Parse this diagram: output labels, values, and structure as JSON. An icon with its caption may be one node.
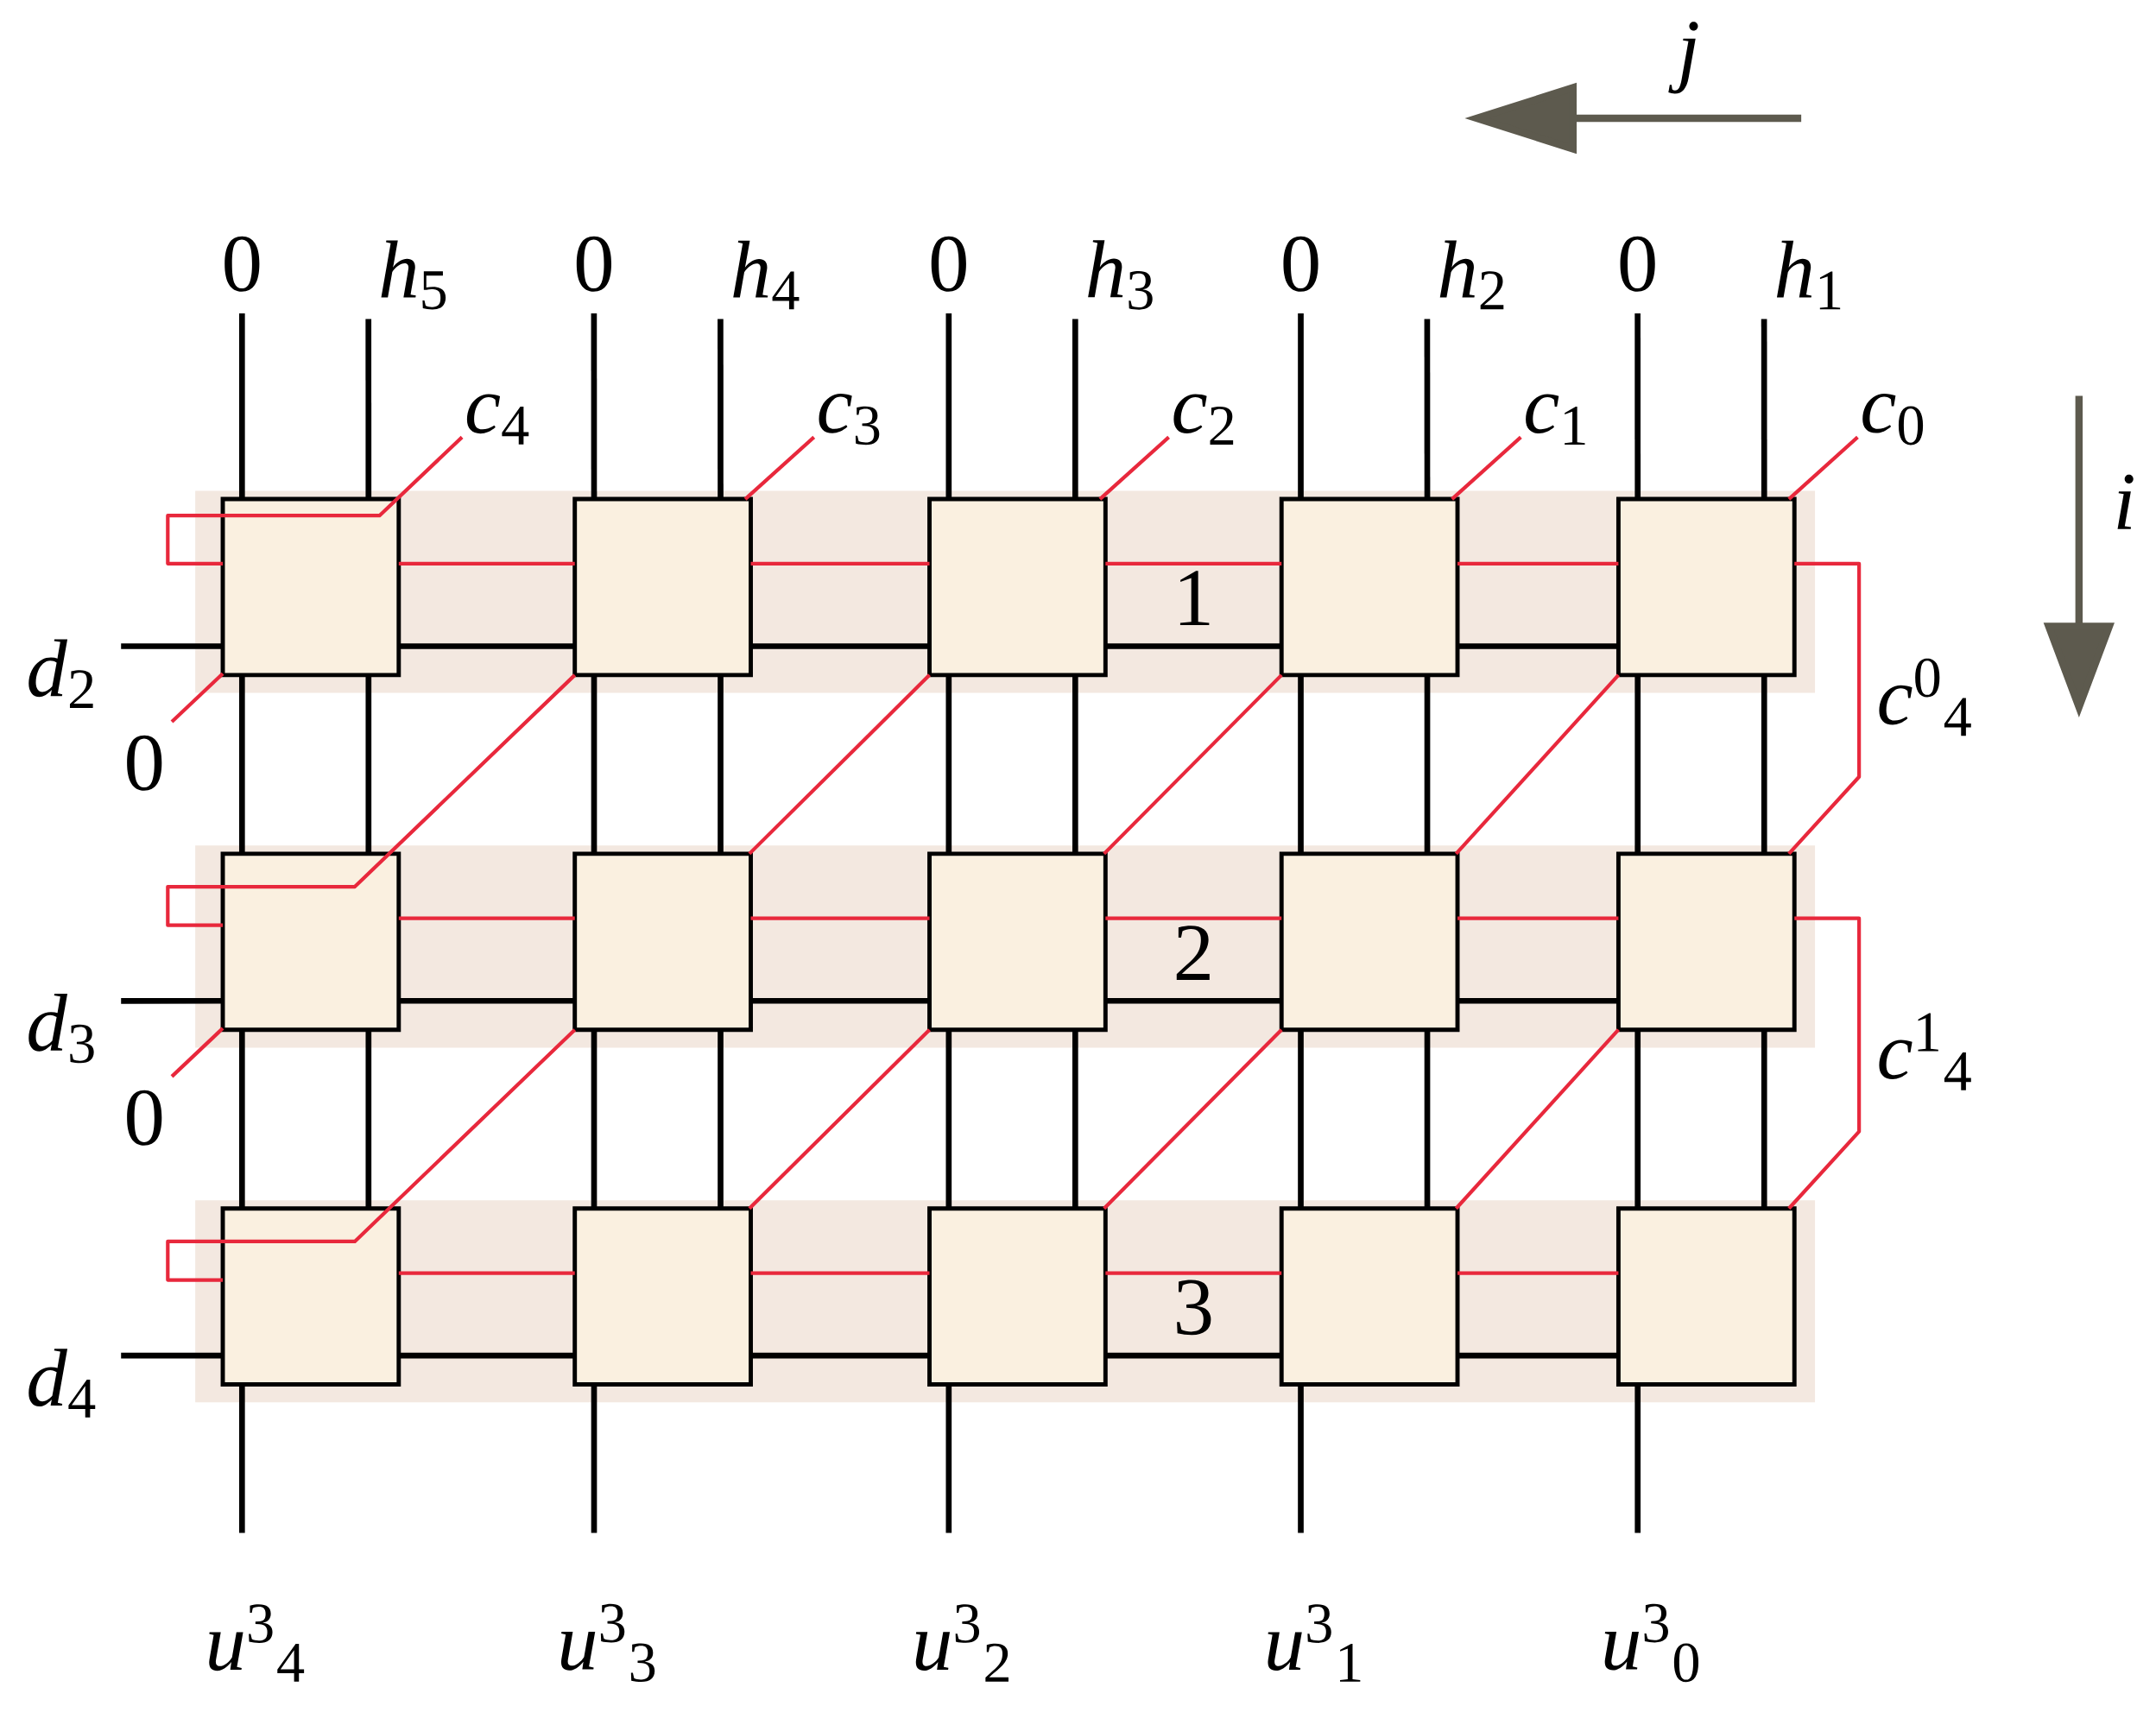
{
  "diagram": {
    "nodes": [
      {
        "text": [
          "1"
        ]
      },
      {
        "text": [],
        "shape": "box",
        "in": 0
      },
      {
        "text": [],
        "shape": "box",
        "in": 0
      },
      {
        "text": [],
        "shape": "box",
        "in": 0
      },
      {
        "text": [],
        "shape": "box",
        "in": 0
      },
      {
        "text": [],
        "shape": "box",
        "in": 0
      },
      {
        "text": [
          "2"
        ]
      },
      {
        "text": [],
        "shape": "box",
        "in": 6
      },
      {
        "text": [],
        "shape": "box",
        "in": 6
      },
      {
        "text": [],
        "shape": "box",
        "in": 6
      },
      {
        "text": [],
        "shape": "box",
        "in": 6
      },
      {
        "text": [],
        "shape": "box",
        "in": 6
      },
      {
        "text": [
          "3"
        ]
      },
      {
        "text": [],
        "shape": "box",
        "in": 12
      },
      {
        "text": [],
        "shape": "box",
        "in": 12
      },
      {
        "text": [],
        "shape": "box",
        "in": 12
      },
      {
        "text": [],
        "shape": "box",
        "in": 12
      },
      {
        "text": [],
        "shape": "box",
        "in": 12
      },
      {
        "text": [
          "0"
        ]
      },
      {
        "text": [
          "*h*$_{5}$"
        ]
      },
      {
        "text": [
          "0"
        ]
      },
      {
        "text": [
          "*h*$_{4}$"
        ]
      },
      {
        "text": [
          "0"
        ]
      },
      {
        "text": [
          "*h*$_{3}$"
        ]
      },
      {
        "text": [
          "0"
        ]
      },
      {
        "text": [
          "*h*$_{2}$"
        ]
      },
      {
        "text": [
          "0"
        ]
      },
      {
        "text": [
          "*h*$_{1}$"
        ]
      },
      {
        "text": [
          "*c*$_{4}$"
        ]
      },
      {
        "text": [
          "*c*$_{3}$"
        ]
      },
      {
        "text": [
          "*c*$_{2}$"
        ]
      },
      {
        "text": [
          "*c*$_{1}$"
        ]
      },
      {
        "text": [
          "*c*$_{0}$"
        ]
      },
      {
        "text": [
          "*d*$_{2}$"
        ]
      },
      {
        "text": [
          "*d*$_{3}$"
        ]
      },
      {
        "text": [
          "*d*$_{4}$"
        ]
      },
      {
        "text": [
          "0"
        ]
      },
      {
        "text": [
          "0"
        ]
      },
      {
        "text": [
          "*u*$^{3}$$_{4}$"
        ]
      },
      {
        "text": [
          "*u*$^{3}$$_{3}$"
        ]
      },
      {
        "text": [
          "*u*$^{3}$$_{2}$"
        ]
      },
      {
        "text": [
          "*u*$^{3}$$_{1}$"
        ]
      },
      {
        "text": [
          "*u*$^{3}$$_{0}$"
        ]
      }
    ],
    "edges": [
      {
        "from": 18,
        "to": 1,
        "arrow": "none"
      },
      {
        "from": 19,
        "to": 1,
        "arrow": "none"
      },
      {
        "from": 28,
        "to": 1,
        "arrow": "none",
        "color": "#e8283c"
      },
      {
        "from": 20,
        "to": 2,
        "arrow": "none"
      },
      {
        "from": 21,
        "to": 2,
        "arrow": "none"
      },
      {
        "from": 29,
        "to": 2,
        "arrow": "none",
        "color": "#e8283c"
      },
      {
        "from": 22,
        "to": 3,
        "arrow": "none"
      },
      {
        "from": 23,
        "to": 3,
        "arrow": "none"
      },
      {
        "from": 30,
        "to": 3,
        "arrow": "none",
        "color": "#e8283c"
      },
      {
        "from": 24,
        "to": 4,
        "arrow": "none"
      },
      {
        "from": 25,
        "to": 4,
        "arrow": "none"
      },
      {
        "from": 31,
        "to": 4,
        "arrow": "none",
        "color": "#e8283c"
      },
      {
        "from": 26,
        "to": 5,
        "arrow": "none"
      },
      {
        "from": 27,
        "to": 5,
        "arrow": "none"
      },
      {
        "from": 32,
        "to": 5,
        "arrow": "none",
        "color": "#e8283c"
      },
      {
        "from": 33,
        "to": 1,
        "arrow": "none"
      },
      {
        "from": 34,
        "to": 7,
        "arrow": "none"
      },
      {
        "from": 35,
        "to": 13,
        "arrow": "none"
      },
      {
        "from": 36,
        "to": 1,
        "arrow": "none",
        "color": "#e8283c"
      },
      {
        "from": 37,
        "to": 7,
        "arrow": "none",
        "color": "#e8283c"
      },
      {
        "from": 1,
        "to": 2,
        "arrow": "none"
      },
      {
        "from": 2,
        "to": 3,
        "arrow": "none"
      },
      {
        "from": 3,
        "to": 4,
        "arrow": "none"
      },
      {
        "from": 4,
        "to": 5,
        "arrow": "none"
      },
      {
        "from": 7,
        "to": 8,
        "arrow": "none"
      },
      {
        "from": 8,
        "to": 9,
        "arrow": "none"
      },
      {
        "from": 9,
        "to": 10,
        "arrow": "none"
      },
      {
        "from": 10,
        "to": 11,
        "arrow": "none"
      },
      {
        "from": 13,
        "to": 14,
        "arrow": "none"
      },
      {
        "from": 14,
        "to": 15,
        "arrow": "none"
      },
      {
        "from": 15,
        "to": 16,
        "arrow": "none"
      },
      {
        "from": 16,
        "to": 17,
        "arrow": "none"
      },
      {
        "from": 1,
        "to": 2,
        "arrow": "none",
        "color": "#e8283c"
      },
      {
        "from": 2,
        "to": 3,
        "arrow": "none",
        "color": "#e8283c"
      },
      {
        "from": 3,
        "to": 4,
        "arrow": "none",
        "color": "#e8283c"
      },
      {
        "from": 4,
        "to": 5,
        "arrow": "none",
        "color": "#e8283c"
      },
      {
        "from": 7,
        "to": 8,
        "arrow": "none",
        "color": "#e8283c"
      },
      {
        "from": 8,
        "to": 9,
        "arrow": "none",
        "color": "#e8283c"
      },
      {
        "from": 9,
        "to": 10,
        "arrow": "none",
        "color": "#e8283c"
      },
      {
        "from": 10,
        "to": 11,
        "arrow": "none",
        "color": "#e8283c"
      },
      {
        "from": 13,
        "to": 14,
        "arrow": "none",
        "color": "#e8283c"
      },
      {
        "from": 14,
        "to": 15,
        "arrow": "none",
        "color": "#e8283c"
      },
      {
        "from": 15,
        "to": 16,
        "arrow": "none",
        "color": "#e8283c"
      },
      {
        "from": 16,
        "to": 17,
        "arrow": "none",
        "color": "#e8283c"
      },
      {
        "from": 1,
        "to": 7,
        "arrow": "none"
      },
      {
        "from": 1,
        "to": 7,
        "arrow": "none"
      },
      {
        "from": 2,
        "to": 8,
        "arrow": "none"
      },
      {
        "from": 2,
        "to": 8,
        "arrow": "none"
      },
      {
        "from": 3,
        "to": 9,
        "arrow": "none"
      },
      {
        "from": 3,
        "to": 9,
        "arrow": "none"
      },
      {
        "from": 4,
        "to": 10,
        "arrow": "none"
      },
      {
        "from": 4,
        "to": 10,
        "arrow": "none"
      },
      {
        "from": 5,
        "to": 11,
        "arrow": "none"
      },
      {
        "from": 5,
        "to": 11,
        "arrow": "none"
      },
      {
        "from": 7,
        "to": 13,
        "arrow": "none"
      },
      {
        "from": 7,
        "to": 13,
        "arrow": "none"
      },
      {
        "from": 8,
        "to": 14,
        "arrow": "none"
      },
      {
        "from": 8,
        "to": 14,
        "arrow": "none"
      },
      {
        "from": 9,
        "to": 15,
        "arrow": "none"
      },
      {
        "from": 9,
        "to": 15,
        "arrow": "none"
      },
      {
        "from": 10,
        "to": 16,
        "arrow": "none"
      },
      {
        "from": 10,
        "to": 16,
        "arrow": "none"
      },
      {
        "from": 11,
        "to": 17,
        "arrow": "none"
      },
      {
        "from": 11,
        "to": 17,
        "arrow": "none"
      },
      {
        "from": 2,
        "to": 7,
        "arrow": "none",
        "color": "#e8283c"
      },
      {
        "from": 3,
        "to": 8,
        "arrow": "none",
        "color": "#e8283c"
      },
      {
        "from": 4,
        "to": 9,
        "arrow": "none",
        "color": "#e8283c"
      },
      {
        "from": 5,
        "to": 10,
        "arrow": "none",
        "color": "#e8283c"
      },
      {
        "from": 8,
        "to": 13,
        "arrow": "none",
        "color": "#e8283c"
      },
      {
        "from": 9,
        "to": 14,
        "arrow": "none",
        "color": "#e8283c"
      },
      {
        "from": 10,
        "to": 15,
        "arrow": "none",
        "color": "#e8283c"
      },
      {
        "from": 11,
        "to": 16,
        "arrow": "none",
        "color": "#e8283c"
      },
      {
        "from": 5,
        "to": 11,
        "arrow": "none",
        "color": "#e8283c",
        "label": "*c*$^{0}$$_{4}$"
      },
      {
        "from": 11,
        "to": 17,
        "arrow": "none",
        "color": "#e8283c",
        "label": "*c*$^{1}$$_{4}$"
      },
      {
        "from": 13,
        "to": 38,
        "arrow": "none"
      },
      {
        "from": 14,
        "to": 39,
        "arrow": "none"
      },
      {
        "from": 15,
        "to": 40,
        "arrow": "none"
      },
      {
        "from": 16,
        "to": 41,
        "arrow": "none"
      },
      {
        "from": 17,
        "to": 42,
        "arrow": "none"
      }
    ],
    "labels": [
      "*j*",
      "*i*"
    ]
  }
}
